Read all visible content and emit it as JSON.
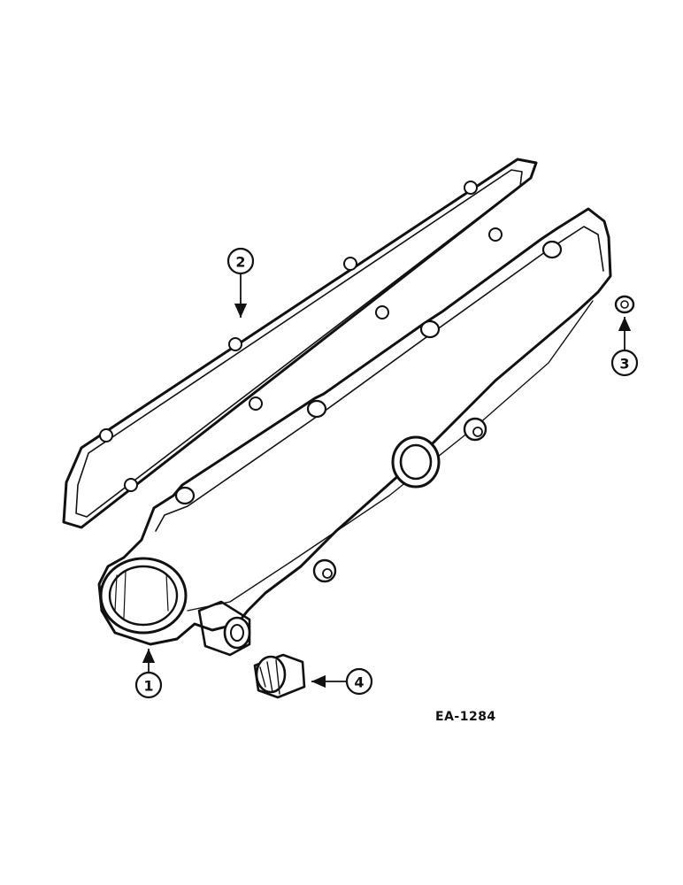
{
  "parts": [
    {
      "number": "1",
      "name": "manifold-body"
    },
    {
      "number": "2",
      "name": "gasket"
    },
    {
      "number": "3",
      "name": "washer"
    },
    {
      "number": "4",
      "name": "plug"
    }
  ],
  "drawing_code": "EA-1284"
}
